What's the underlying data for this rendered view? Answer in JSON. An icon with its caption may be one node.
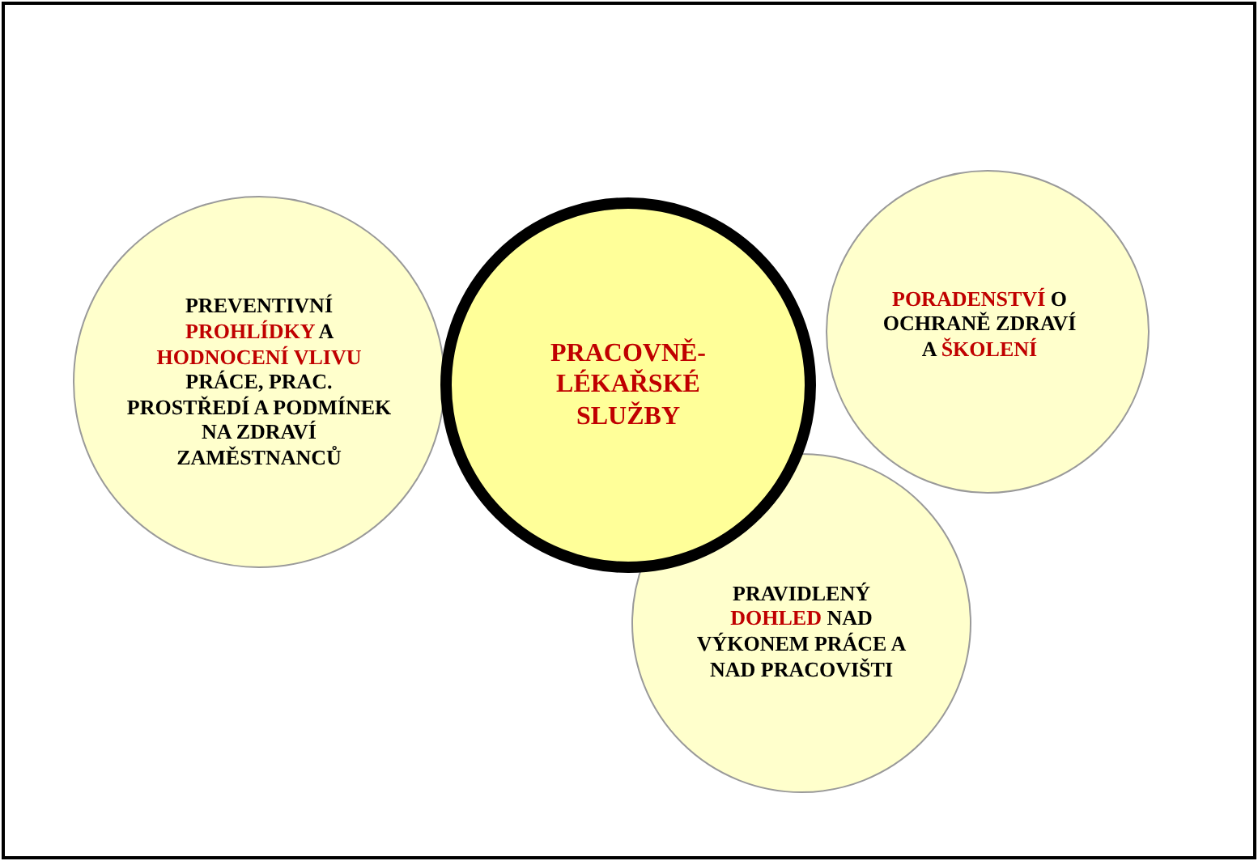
{
  "diagram": {
    "nodes": [
      {
        "text": [
          "PREVENTIVNÍ **PROHLÍDKY** A **HODNOCENÍ VLIVU** PRÁCE, PRAC. PROSTŘEDÍ A PODMÍNEK NA ZDRAVÍ ZAMĚSTNANCŮ"
        ]
      },
      {
        "text": [
          "PRACOVNĚ-LÉKAŘSKÉ SLUŽBY"
        ]
      },
      {
        "text": [
          "**PORADENSTVÍ** O OCHRANĚ ZDRAVÍ A **ŠKOLENÍ**"
        ]
      },
      {
        "text": [
          "PRAVIDLENÝ **DOHLED** NAD VÝKONEM PRÁCE A NAD PRACOVIŠTI"
        ]
      }
    ]
  }
}
